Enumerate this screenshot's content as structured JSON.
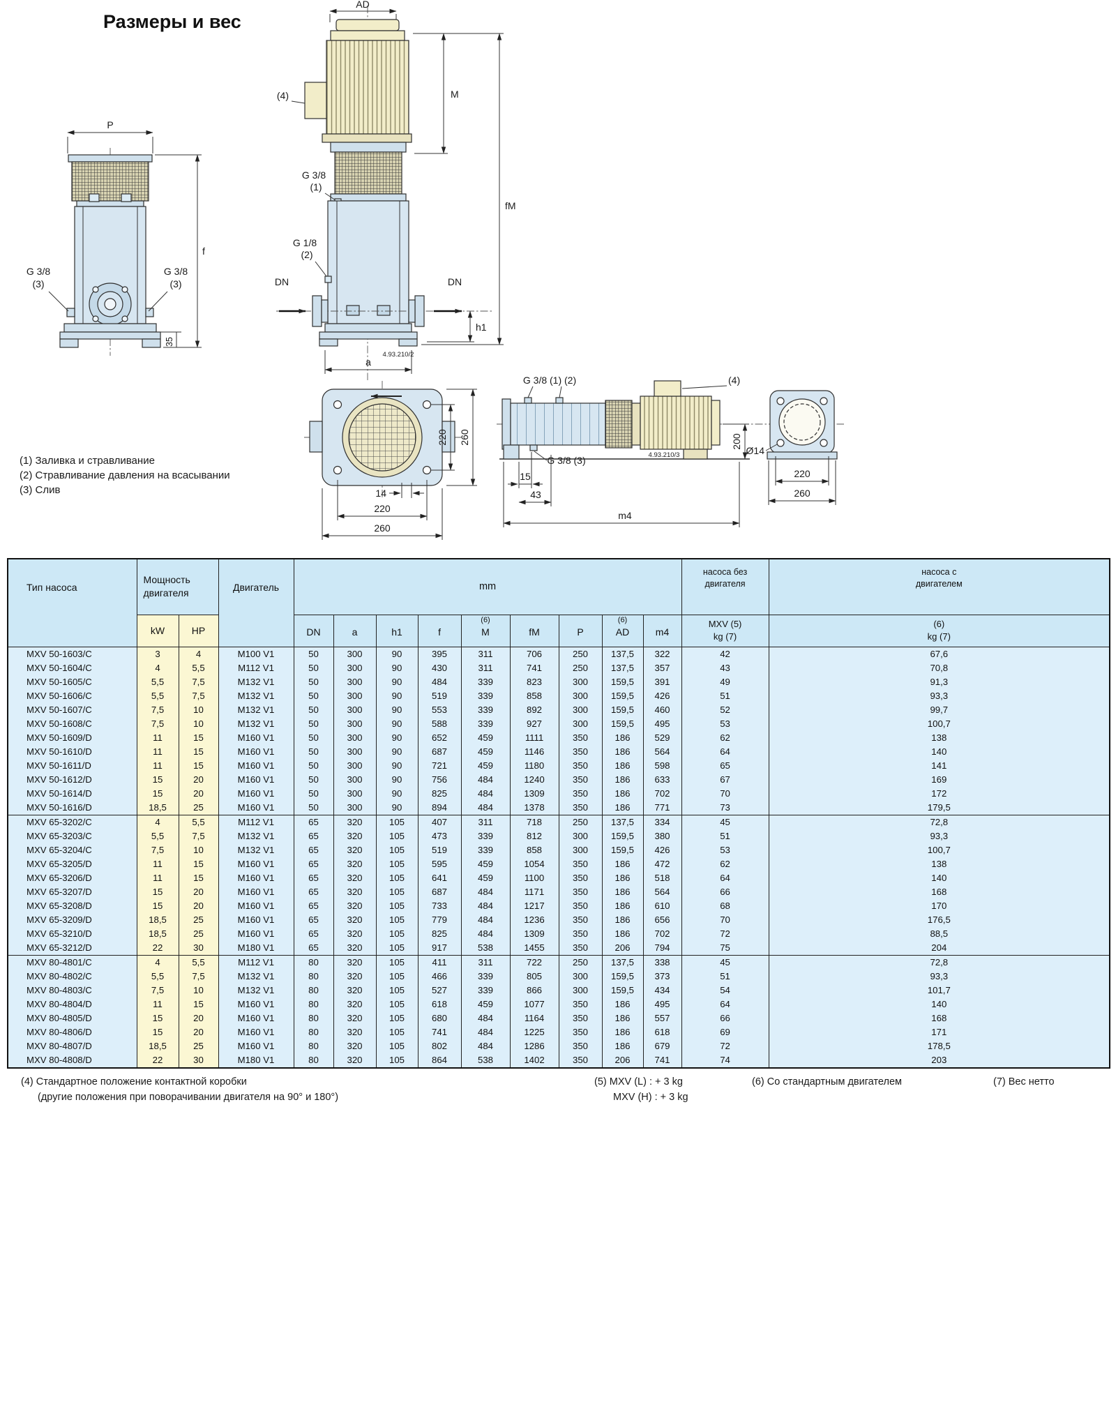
{
  "page": {
    "title": "Размеры и вес",
    "legend": [
      "(1) Заливка и стравливание",
      "(2) Стравливание давления на всасывании",
      "(3) Слив"
    ],
    "footnotes": {
      "n4_line1": "(4) Стандартное положение контактной коробки",
      "n4_line2": "(другие положения при поворачивании двигателя на 90° и 180°)",
      "n5_line1": "(5) MXV (L) : + 3 kg",
      "n5_line2": "MXV (H) : + 3 kg",
      "n6": "(6) Со стандартным двигателем",
      "n7": "(7) Вес нетто"
    }
  },
  "drawings": {
    "labels": {
      "ad": "AD",
      "m": "M",
      "fm": "fM",
      "p": "P",
      "f": "f",
      "a": "a",
      "h1": "h1",
      "dn": "DN",
      "g38": "G 3/8",
      "g18": "G 1/8",
      "n1": "(1)",
      "n2": "(2)",
      "n3": "(3)",
      "n4": "(4)",
      "d35": "35",
      "d14": "14",
      "d15": "15",
      "d43": "43",
      "d200": "200",
      "d220": "220",
      "d260": "260",
      "m4": "m4",
      "dia14": "Ø14",
      "g38_12": "G 3/8 (1) (2)",
      "g38_3": "G 3/8 (3)",
      "code2": "4.93.210/2",
      "code3": "4.93.210/3"
    }
  },
  "table": {
    "headers": {
      "type": "Тип насоса",
      "power": "Мощность\nдвигателя",
      "kw": "kW",
      "hp": "HP",
      "motor": "Двигатель",
      "mm": "mm",
      "dn": "DN",
      "a": "a",
      "h1": "h1",
      "f": "f",
      "m": "M",
      "fm": "fM",
      "p": "P",
      "ad": "AD",
      "m4": "m4",
      "sup6": "(6)",
      "pump_only": "насоса без\nдвигателя",
      "pump_only_sub1": "MXV (5)",
      "pump_only_sub2": "kg (7)",
      "pump_motor": "насоса с\nдвигателем",
      "pump_motor_sub1": "(6)",
      "pump_motor_sub2": "kg (7)"
    },
    "groups": [
      {
        "rows": [
          [
            "MXV 50-1603/C",
            "3",
            "4",
            "M100 V1",
            "50",
            "300",
            "90",
            "395",
            "311",
            "706",
            "250",
            "137,5",
            "322",
            "42",
            "67,6"
          ],
          [
            "MXV 50-1604/C",
            "4",
            "5,5",
            "M112 V1",
            "50",
            "300",
            "90",
            "430",
            "311",
            "741",
            "250",
            "137,5",
            "357",
            "43",
            "70,8"
          ],
          [
            "MXV 50-1605/C",
            "5,5",
            "7,5",
            "M132 V1",
            "50",
            "300",
            "90",
            "484",
            "339",
            "823",
            "300",
            "159,5",
            "391",
            "49",
            "91,3"
          ],
          [
            "MXV 50-1606/C",
            "5,5",
            "7,5",
            "M132 V1",
            "50",
            "300",
            "90",
            "519",
            "339",
            "858",
            "300",
            "159,5",
            "426",
            "51",
            "93,3"
          ],
          [
            "MXV 50-1607/C",
            "7,5",
            "10",
            "M132 V1",
            "50",
            "300",
            "90",
            "553",
            "339",
            "892",
            "300",
            "159,5",
            "460",
            "52",
            "99,7"
          ],
          [
            "MXV 50-1608/C",
            "7,5",
            "10",
            "M132 V1",
            "50",
            "300",
            "90",
            "588",
            "339",
            "927",
            "300",
            "159,5",
            "495",
            "53",
            "100,7"
          ],
          [
            "MXV 50-1609/D",
            "11",
            "15",
            "M160 V1",
            "50",
            "300",
            "90",
            "652",
            "459",
            "1111",
            "350",
            "186",
            "529",
            "62",
            "138"
          ],
          [
            "MXV 50-1610/D",
            "11",
            "15",
            "M160 V1",
            "50",
            "300",
            "90",
            "687",
            "459",
            "1146",
            "350",
            "186",
            "564",
            "64",
            "140"
          ],
          [
            "MXV 50-1611/D",
            "11",
            "15",
            "M160 V1",
            "50",
            "300",
            "90",
            "721",
            "459",
            "1180",
            "350",
            "186",
            "598",
            "65",
            "141"
          ],
          [
            "MXV 50-1612/D",
            "15",
            "20",
            "M160 V1",
            "50",
            "300",
            "90",
            "756",
            "484",
            "1240",
            "350",
            "186",
            "633",
            "67",
            "169"
          ],
          [
            "MXV 50-1614/D",
            "15",
            "20",
            "M160 V1",
            "50",
            "300",
            "90",
            "825",
            "484",
            "1309",
            "350",
            "186",
            "702",
            "70",
            "172"
          ],
          [
            "MXV 50-1616/D",
            "18,5",
            "25",
            "M160 V1",
            "50",
            "300",
            "90",
            "894",
            "484",
            "1378",
            "350",
            "186",
            "771",
            "73",
            "179,5"
          ]
        ]
      },
      {
        "rows": [
          [
            "MXV 65-3202/C",
            "4",
            "5,5",
            "M112 V1",
            "65",
            "320",
            "105",
            "407",
            "311",
            "718",
            "250",
            "137,5",
            "334",
            "45",
            "72,8"
          ],
          [
            "MXV 65-3203/C",
            "5,5",
            "7,5",
            "M132 V1",
            "65",
            "320",
            "105",
            "473",
            "339",
            "812",
            "300",
            "159,5",
            "380",
            "51",
            "93,3"
          ],
          [
            "MXV 65-3204/C",
            "7,5",
            "10",
            "M132 V1",
            "65",
            "320",
            "105",
            "519",
            "339",
            "858",
            "300",
            "159,5",
            "426",
            "53",
            "100,7"
          ],
          [
            "MXV 65-3205/D",
            "11",
            "15",
            "M160 V1",
            "65",
            "320",
            "105",
            "595",
            "459",
            "1054",
            "350",
            "186",
            "472",
            "62",
            "138"
          ],
          [
            "MXV 65-3206/D",
            "11",
            "15",
            "M160 V1",
            "65",
            "320",
            "105",
            "641",
            "459",
            "1100",
            "350",
            "186",
            "518",
            "64",
            "140"
          ],
          [
            "MXV 65-3207/D",
            "15",
            "20",
            "M160 V1",
            "65",
            "320",
            "105",
            "687",
            "484",
            "1171",
            "350",
            "186",
            "564",
            "66",
            "168"
          ],
          [
            "MXV 65-3208/D",
            "15",
            "20",
            "M160 V1",
            "65",
            "320",
            "105",
            "733",
            "484",
            "1217",
            "350",
            "186",
            "610",
            "68",
            "170"
          ],
          [
            "MXV 65-3209/D",
            "18,5",
            "25",
            "M160 V1",
            "65",
            "320",
            "105",
            "779",
            "484",
            "1236",
            "350",
            "186",
            "656",
            "70",
            "176,5"
          ],
          [
            "MXV 65-3210/D",
            "18,5",
            "25",
            "M160 V1",
            "65",
            "320",
            "105",
            "825",
            "484",
            "1309",
            "350",
            "186",
            "702",
            "72",
            "88,5"
          ],
          [
            "MXV 65-3212/D",
            "22",
            "30",
            "M180 V1",
            "65",
            "320",
            "105",
            "917",
            "538",
            "1455",
            "350",
            "206",
            "794",
            "75",
            "204"
          ]
        ]
      },
      {
        "rows": [
          [
            "MXV 80-4801/C",
            "4",
            "5,5",
            "M112 V1",
            "80",
            "320",
            "105",
            "411",
            "311",
            "722",
            "250",
            "137,5",
            "338",
            "45",
            "72,8"
          ],
          [
            "MXV 80-4802/C",
            "5,5",
            "7,5",
            "M132 V1",
            "80",
            "320",
            "105",
            "466",
            "339",
            "805",
            "300",
            "159,5",
            "373",
            "51",
            "93,3"
          ],
          [
            "MXV 80-4803/C",
            "7,5",
            "10",
            "M132 V1",
            "80",
            "320",
            "105",
            "527",
            "339",
            "866",
            "300",
            "159,5",
            "434",
            "54",
            "101,7"
          ],
          [
            "MXV 80-4804/D",
            "11",
            "15",
            "M160 V1",
            "80",
            "320",
            "105",
            "618",
            "459",
            "1077",
            "350",
            "186",
            "495",
            "64",
            "140"
          ],
          [
            "MXV 80-4805/D",
            "15",
            "20",
            "M160 V1",
            "80",
            "320",
            "105",
            "680",
            "484",
            "1164",
            "350",
            "186",
            "557",
            "66",
            "168"
          ],
          [
            "MXV 80-4806/D",
            "15",
            "20",
            "M160 V1",
            "80",
            "320",
            "105",
            "741",
            "484",
            "1225",
            "350",
            "186",
            "618",
            "69",
            "171"
          ],
          [
            "MXV 80-4807/D",
            "18,5",
            "25",
            "M160 V1",
            "80",
            "320",
            "105",
            "802",
            "484",
            "1286",
            "350",
            "186",
            "679",
            "72",
            "178,5"
          ],
          [
            "MXV 80-4808/D",
            "22",
            "30",
            "M180 V1",
            "80",
            "320",
            "105",
            "864",
            "538",
            "1402",
            "350",
            "206",
            "741",
            "74",
            "203"
          ]
        ]
      }
    ]
  }
}
